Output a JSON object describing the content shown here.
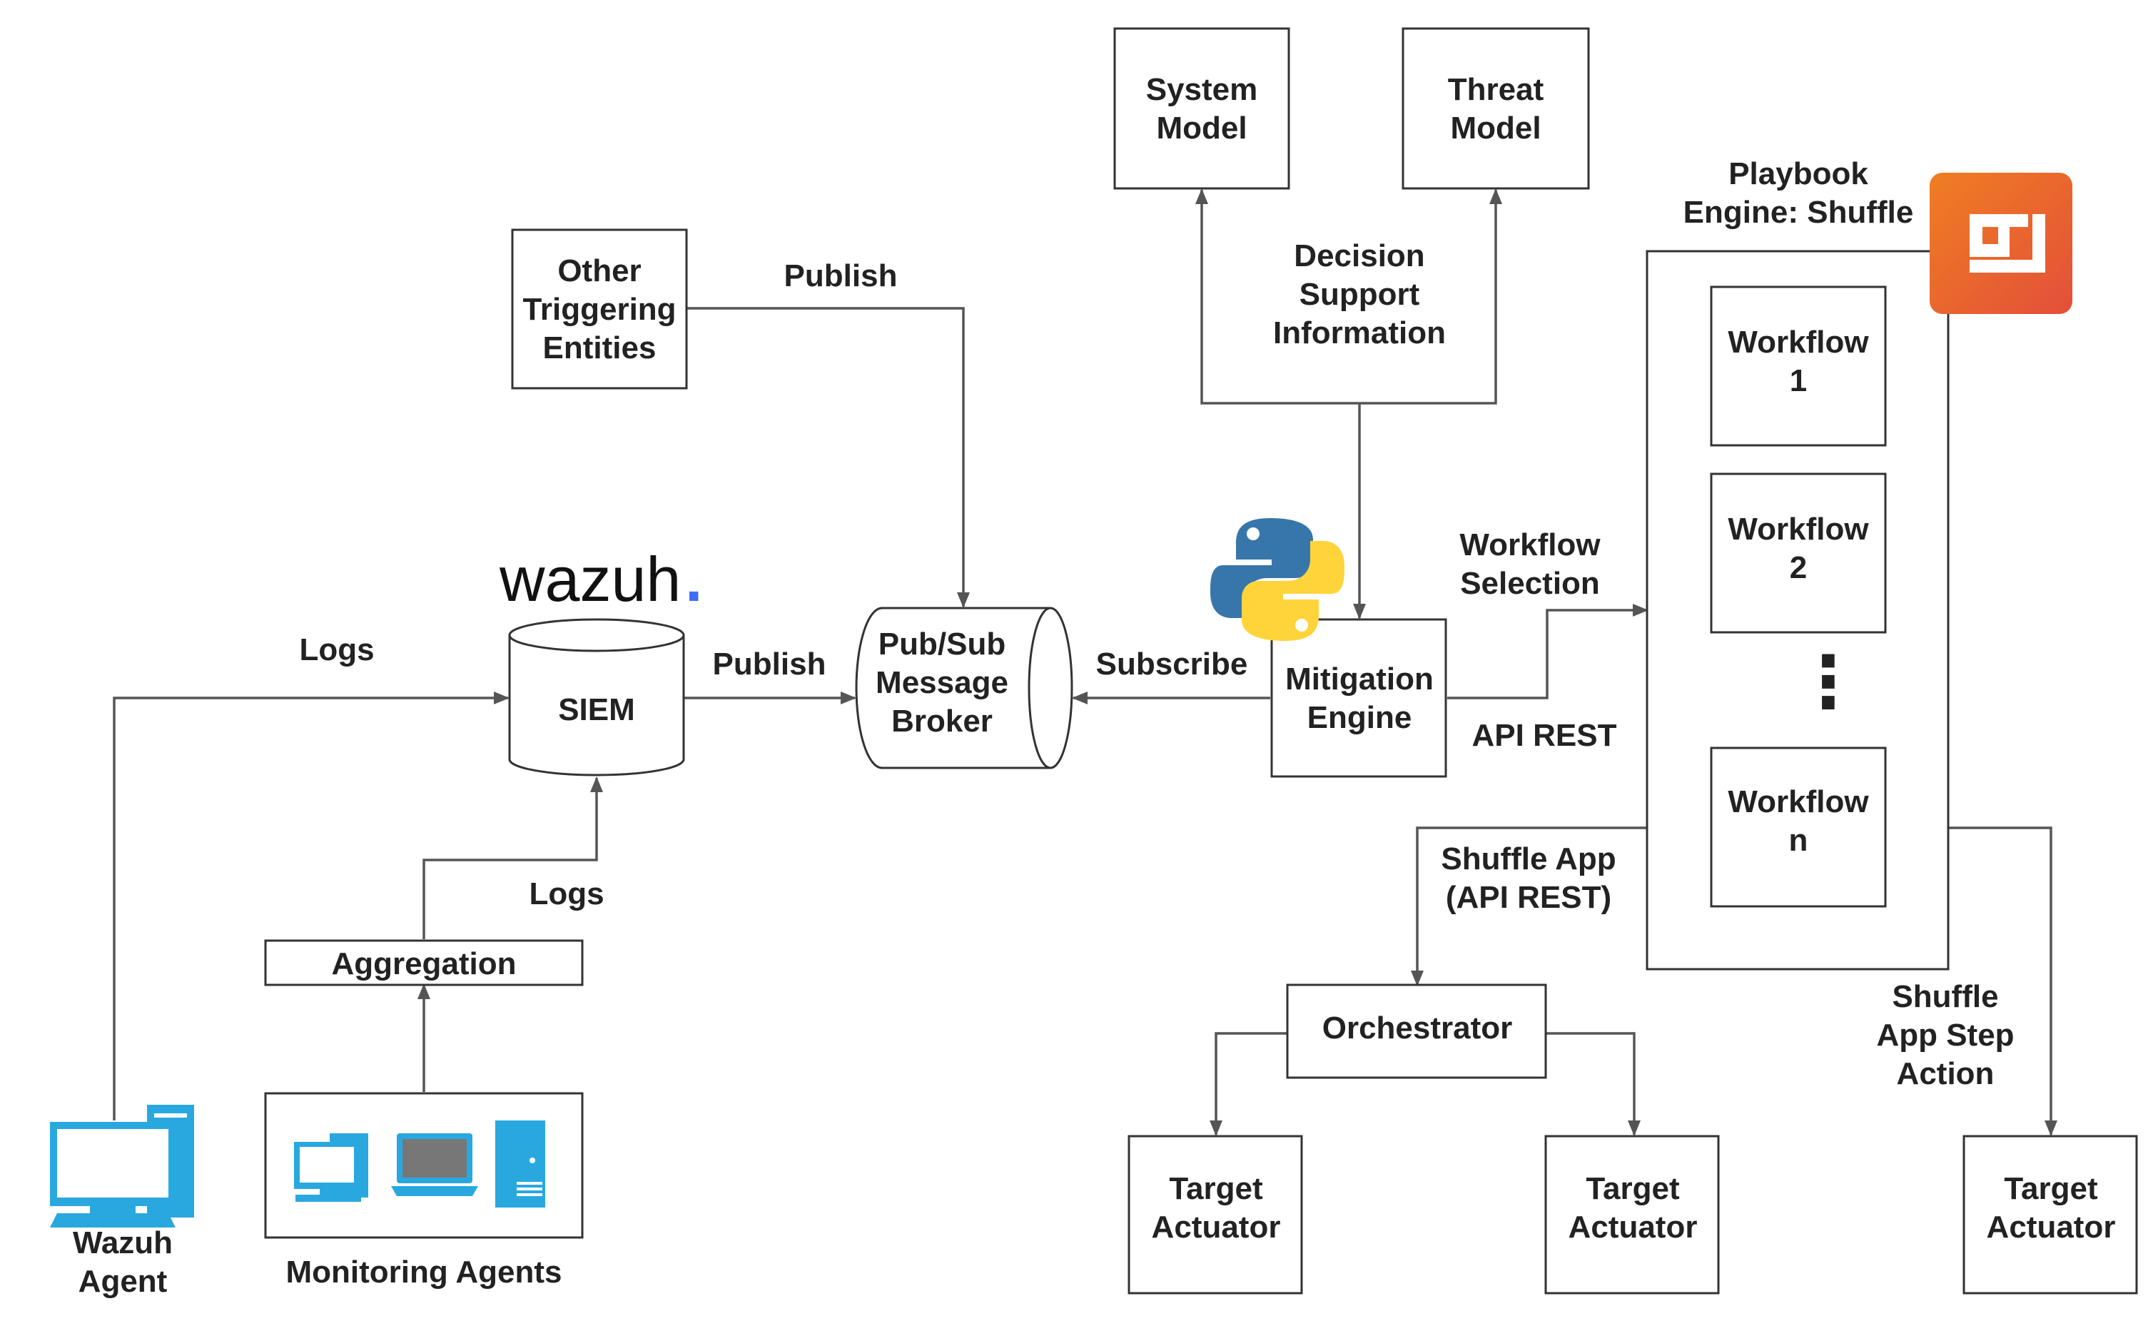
{
  "nodes": {
    "system_model": [
      "System",
      "Model"
    ],
    "threat_model": [
      "Threat",
      "Model"
    ],
    "other_triggering": [
      "Other",
      "Triggering",
      "Entities"
    ],
    "siem": [
      "SIEM"
    ],
    "broker": [
      "Pub/Sub",
      "Message",
      "Broker"
    ],
    "mitigation": [
      "Mitigation",
      "Engine"
    ],
    "workflow1": [
      "Workflow",
      "1"
    ],
    "workflow2": [
      "Workflow",
      "2"
    ],
    "workflow_n": [
      "Workflow",
      "n"
    ],
    "aggregation": [
      "Aggregation"
    ],
    "orchestrator": [
      "Orchestrator"
    ],
    "target_actuator_1": [
      "Target",
      "Actuator"
    ],
    "target_actuator_2": [
      "Target",
      "Actuator"
    ],
    "target_actuator_3": [
      "Target",
      "Actuator"
    ],
    "wazuh_agent": [
      "Wazuh",
      "Agent"
    ],
    "monitoring_agents": [
      "Monitoring Agents"
    ],
    "playbook_engine": [
      "Playbook",
      "Engine: Shuffle"
    ],
    "workflow_ellipsis": "⋮"
  },
  "edge_labels": {
    "publish_other": [
      "Publish"
    ],
    "publish_siem": [
      "Publish"
    ],
    "subscribe": [
      "Subscribe"
    ],
    "logs_agent": [
      "Logs"
    ],
    "logs_aggregation": [
      "Logs"
    ],
    "decision_support": [
      "Decision",
      "Support",
      "Information"
    ],
    "workflow_selection": [
      "Workflow",
      "Selection"
    ],
    "api_rest": [
      "API REST"
    ],
    "shuffle_app": [
      "Shuffle App",
      "(API REST)"
    ],
    "shuffle_app_step": [
      "Shuffle",
      "App Step",
      "Action"
    ]
  },
  "brand": {
    "wazuh_logo": "wazuh",
    "wazuh_logo_dot": "."
  },
  "icons": {
    "python": "python-logo-icon",
    "shuffle": "shuffle-logo-icon",
    "agent_computer": "desktop-computer-icon",
    "monitoring": [
      "desktop-icon",
      "laptop-icon",
      "server-icon"
    ]
  },
  "colors": {
    "line": "#555555",
    "box_stroke": "#333333",
    "text": "#222222",
    "device_blue": "#29a8e0",
    "shuffle_orange": "#f07e22",
    "shuffle_red": "#e34f3a",
    "python_blue": "#3776ab",
    "python_yellow": "#ffd43b",
    "wazuh_dot": "#3d6cf5"
  }
}
